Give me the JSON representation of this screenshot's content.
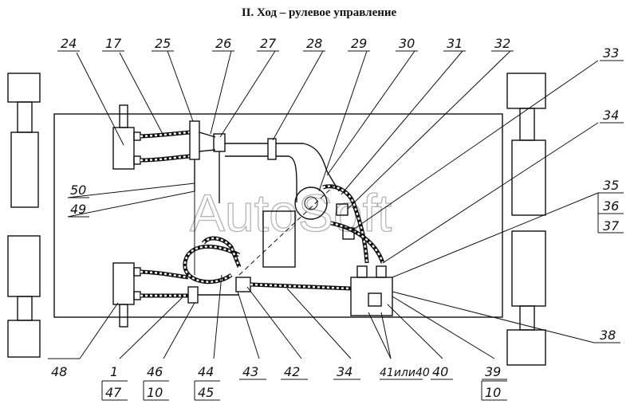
{
  "title": "II. Ход – рулевое управление",
  "watermark": "AutoSoft",
  "callouts": {
    "c24": "24",
    "c17": "17",
    "c25": "25",
    "c26": "26",
    "c27": "27",
    "c28": "28",
    "c29": "29",
    "c30": "30",
    "c31": "31",
    "c32": "32",
    "c33": "33",
    "c34a": "34",
    "c35": "35",
    "c36": "36",
    "c37": "37",
    "c38": "38",
    "c50": "50",
    "c49": "49",
    "c48": "48",
    "c1": "1",
    "c47": "47",
    "c46": "46",
    "c10a": "10",
    "c44": "44",
    "c45": "45",
    "c43": "43",
    "c42": "42",
    "c34b": "34",
    "c41": "41или40",
    "c40": "40",
    "c39": "39",
    "c10b": "10"
  }
}
